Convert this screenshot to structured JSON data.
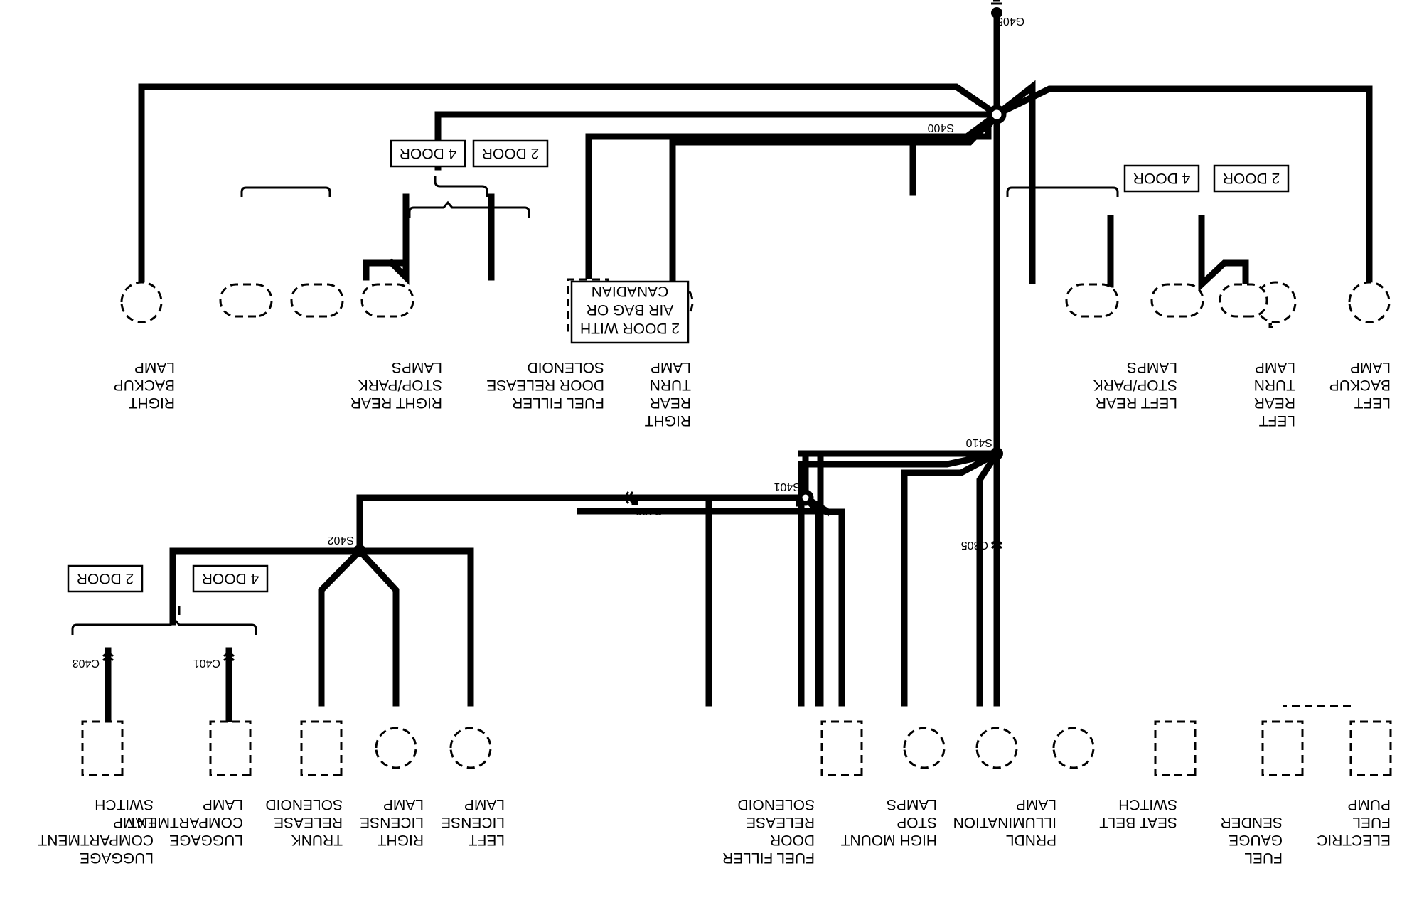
{
  "ground": "G405",
  "splices": {
    "s400": "S400",
    "s410": "S410",
    "s401": "S401",
    "s402": "S402"
  },
  "connectors": {
    "c400": "C400",
    "c305": "C305",
    "c401": "C401",
    "c403": "C403"
  },
  "options": {
    "two_door": "2 DOOR",
    "four_door": "4 DOOR"
  },
  "note": [
    "2 DOOR WITH",
    "AIR BAG OR",
    "CANADIAN"
  ],
  "components": {
    "right_backup_lamp": [
      "RIGHT",
      "BACKUP",
      "LAMP"
    ],
    "right_rear_stop_park": [
      "RIGHT REAR",
      "STOP/PARK",
      "LAMPS"
    ],
    "fuel_filler_solenoid_top": [
      "FUEL FILLER",
      "DOOR RELEASE",
      "SOLENOID"
    ],
    "right_rear_turn_lamp": [
      "RIGHT",
      "REAR",
      "TURN",
      "LAMP"
    ],
    "left_rear_stop_park": [
      "LEFT REAR",
      "STOP/PARK",
      "LAMPS"
    ],
    "left_rear_turn_lamp": [
      "LEFT",
      "REAR",
      "TURN",
      "LAMP"
    ],
    "left_backup_lamp": [
      "LEFT",
      "BACKUP",
      "LAMP"
    ],
    "luggage_lamp_switch": [
      "LUGGAGE",
      "COMPARTMENT",
      "LAMP",
      "SWITCH"
    ],
    "luggage_lamp": [
      "LUGGAGE",
      "COMPARTMENT",
      "LAMP"
    ],
    "trunk_solenoid": [
      "TRUNK",
      "RELEASE",
      "SOLENOID"
    ],
    "right_license_lamp": [
      "RIGHT",
      "LICENSE",
      "LAMP"
    ],
    "left_license_lamp": [
      "LEFT",
      "LICENSE",
      "LAMP"
    ],
    "fuel_filler_solenoid_bottom": [
      "FUEL FILLER",
      "DOOR",
      "RELEASE",
      "SOLENOID"
    ],
    "high_mount_stop": [
      "HIGH MOUNT",
      "STOP",
      "LAMPS"
    ],
    "prndl_lamp": [
      "PRNDL",
      "ILLUMINATION",
      "LAMP"
    ],
    "seat_belt_switch": [
      "SEAT BELT",
      "SWITCH"
    ],
    "fuel_gauge_sender": [
      "FUEL",
      "GAUGE",
      "SENDER"
    ],
    "electric_fuel_pump": [
      "ELECTRIC",
      "FUEL",
      "PUMP"
    ]
  }
}
